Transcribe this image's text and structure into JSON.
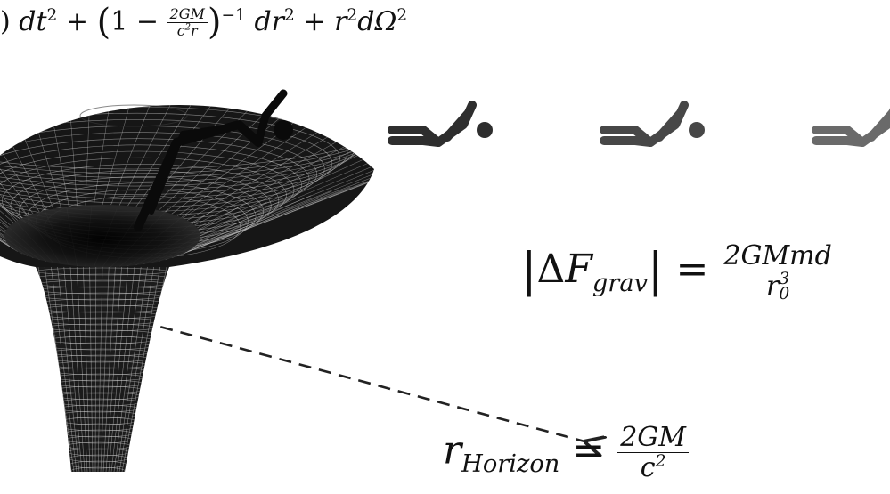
{
  "equations": {
    "metric": {
      "prefix": ")",
      "dt": "dt",
      "plus1": "+",
      "one_minus": "1 −",
      "frac_num": "2GM",
      "frac_den_c": "c",
      "frac_den_r": "r",
      "exponent": "−1",
      "dr": "dr",
      "plus2": "+",
      "r": "r",
      "domega": "dΩ",
      "two": "2"
    },
    "tidal_force": {
      "bar_left": "|",
      "delta": "Δ",
      "F": "F",
      "sub": "grav",
      "bar_right": "|",
      "equals": "=",
      "num": "2GMmd",
      "den_r": "r",
      "den_sup": "3",
      "den_sub": "0"
    },
    "horizon": {
      "r": "r",
      "sub": "Horizon",
      "equals": "=",
      "num": "2GM",
      "den_c": "c",
      "den_sup": "2"
    }
  },
  "figure_colors": {
    "funnel_fill": "#151515",
    "funnel_grid": "#d8d8d8",
    "figure_stick_dark": "#0a0a0a",
    "figure_stick_1": "#2e2e2e",
    "figure_stick_2": "#474747",
    "figure_stick_3": "#6a6a6a",
    "arrow": "#222222"
  }
}
